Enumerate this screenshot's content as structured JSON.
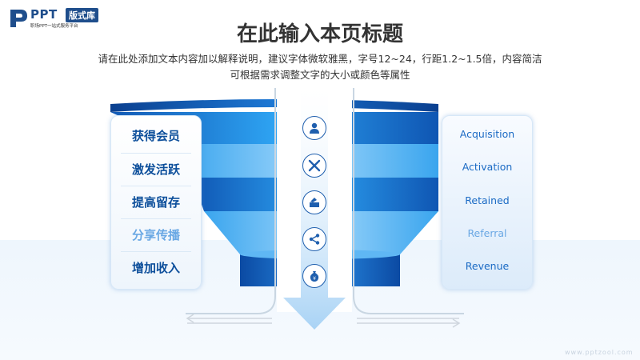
{
  "logo": {
    "brand": "PPT",
    "badge": "版式库",
    "tagline": "职场PPT一站式服务平台"
  },
  "title": "在此输入本页标题",
  "description": {
    "line1": "请在此处添加文本内容加以解释说明，建议字体微软雅黑，字号12~24，行距1.2~1.5倍，内容简洁",
    "line2": "可根据需求调整文字的大小或颜色等属性"
  },
  "stages_cn": [
    "获得会员",
    "激发活跃",
    "提高留存",
    "分享传播",
    "增加收入"
  ],
  "stages_en": [
    "Acquisition",
    "Activation",
    "Retained",
    "Referral",
    "Revenue"
  ],
  "icons": [
    "user-icon",
    "tools-icon",
    "box-icon",
    "share-icon",
    "money-bag-icon"
  ],
  "colors": {
    "primary": "#1f5fae",
    "accent": "#2a9af0",
    "light": "#6aa8e4"
  },
  "website": "www.pptzool.com"
}
